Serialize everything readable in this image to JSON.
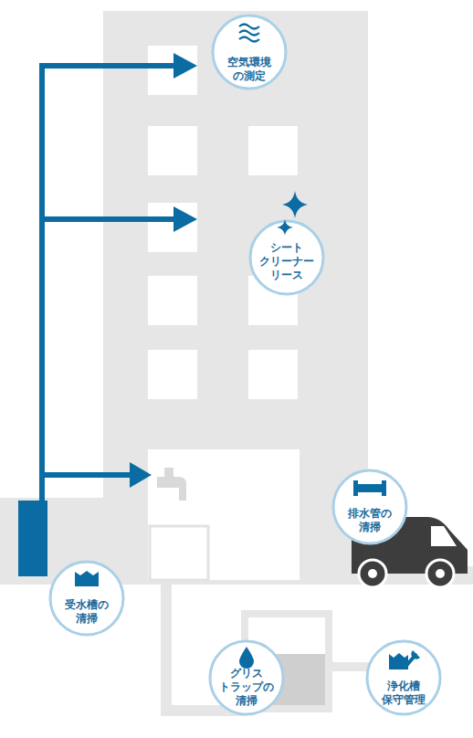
{
  "diagram": {
    "nodes": [
      {
        "text": [
          "空気環境 の測定"
        ]
      },
      {
        "text": [
          "シート クリーナー リース"
        ]
      },
      {
        "text": [
          "排水管の 清掃"
        ]
      },
      {
        "text": [
          "受水槽の 清掃"
        ]
      },
      {
        "text": [
          "グリス トラップの 清掃"
        ]
      },
      {
        "text": [
          "浄化槽 保守管理"
        ]
      }
    ]
  }
}
